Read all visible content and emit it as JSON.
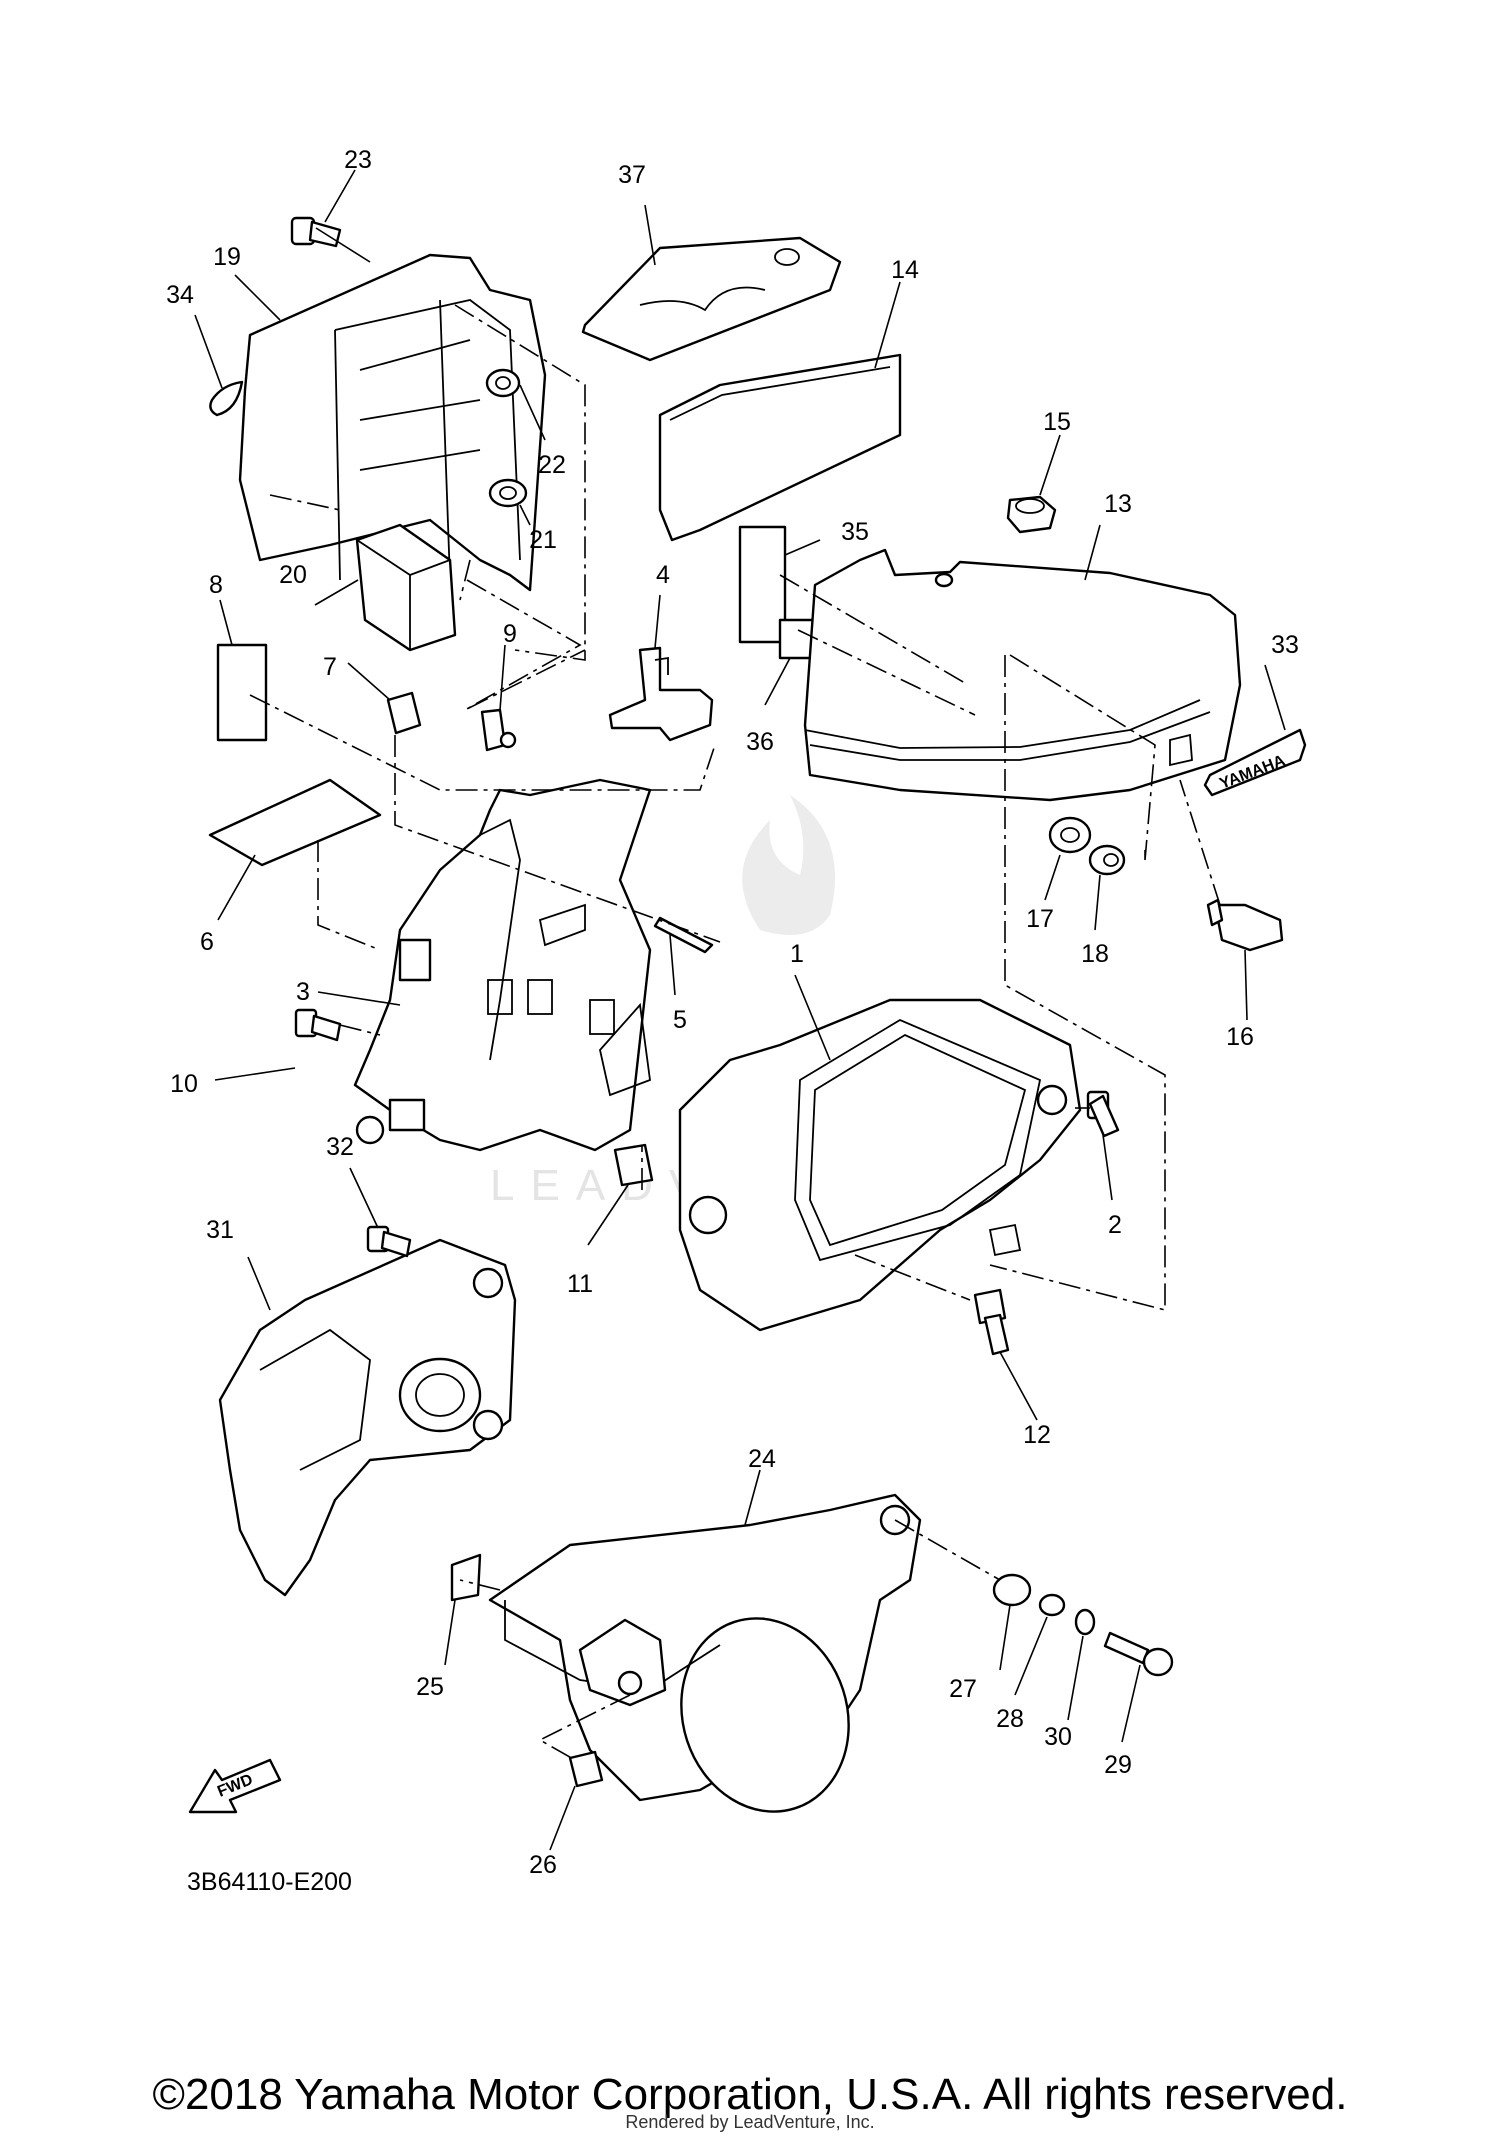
{
  "diagram_code": "3B64110-E200",
  "fwd_label": "FWD",
  "emblem_text": "YAMAHA",
  "watermark_text": "LEADVENTURE",
  "copyright": "©2018 Yamaha Motor Corporation, U.S.A. All rights reserved.",
  "rendered_by": "Rendered by LeadVenture, Inc.",
  "callouts": [
    "1",
    "2",
    "3",
    "4",
    "5",
    "6",
    "7",
    "8",
    "9",
    "10",
    "11",
    "12",
    "13",
    "14",
    "15",
    "16",
    "17",
    "18",
    "19",
    "20",
    "21",
    "22",
    "23",
    "24",
    "25",
    "26",
    "27",
    "28",
    "29",
    "30",
    "31",
    "32",
    "33",
    "34",
    "35",
    "36",
    "37"
  ]
}
